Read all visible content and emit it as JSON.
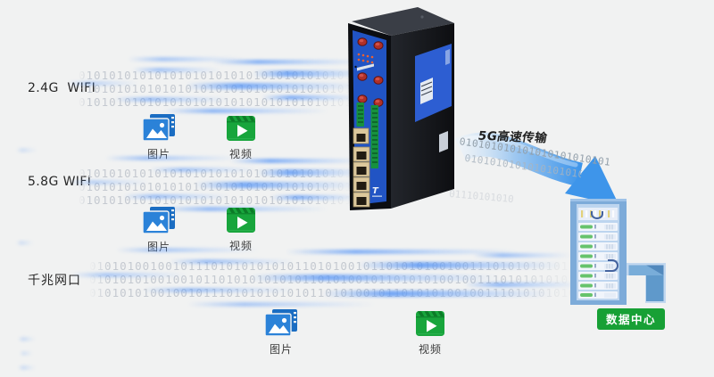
{
  "channels": [
    {
      "label": "2.4G  WIFI",
      "lines": [
        "0101010101010101010101010101010101010101",
        "0101010101010101010101010101010101010101",
        "0101010101010101010101010101010101010101"
      ]
    },
    {
      "label": "5.8G WIFI",
      "lines": [
        "0101010101010101010101010101010101010101",
        "0101010101010101010101010101010101010101",
        "0101010101010101010101010101010101010101"
      ]
    },
    {
      "label": "千兆网口",
      "lines": [
        "010101001001011101010101010110101001011010101001001110101010101101010010",
        "010101010010010110101010101011010100101101010100100111010101010110101001",
        "010101010010010111010101010101101010010110101010010011101010101011010100"
      ]
    }
  ],
  "media": {
    "image_label": "图片",
    "video_label": "视频"
  },
  "arrow": {
    "label": "5G高速传输",
    "binary_top": "0101010101010101010101010101",
    "binary_bottom": "010101010101010101010",
    "binary_tail": "011101010101"
  },
  "datacenter": {
    "label": "数据中心"
  },
  "colors": {
    "background": "#f1f2f2",
    "stream_text": "#c4c9d0",
    "stream_blue": "#5896f6",
    "image_icon_blue": "#2b82d8",
    "video_icon_green": "#18a53c",
    "badge_green": "#17a035",
    "arrow_blue": "#3e95ea",
    "router_panel_blue": "#2154c4",
    "rack_blue": "#7dabd9"
  }
}
